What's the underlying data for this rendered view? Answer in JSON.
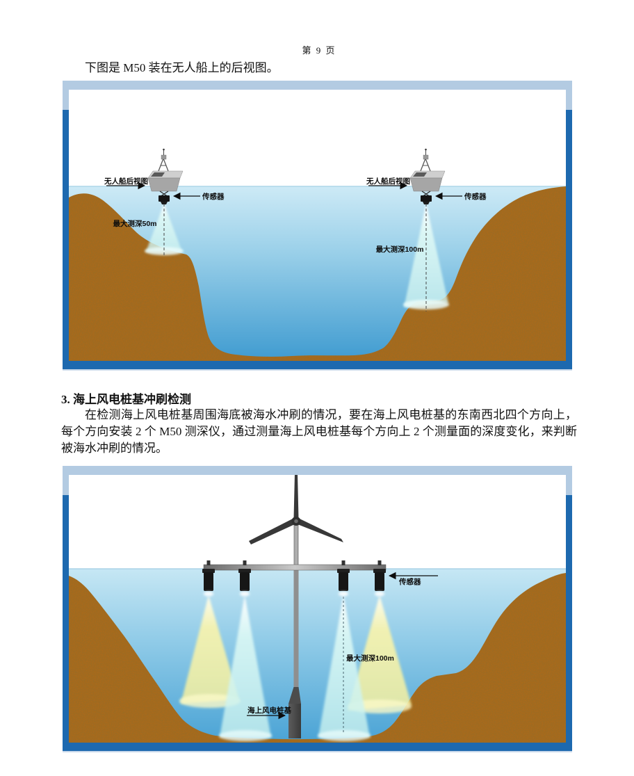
{
  "page": {
    "header": "第 9 页",
    "intro_text": "下图是 M50 装在无人船上的后视图。",
    "section_heading": "3. 海上风电桩基冲刷检测",
    "section_paragraph": "在检测海上风电桩基周围海底被海水冲刷的情况，要在海上风电桩基的东南西北四个方向上，每个方向安装 2 个 M50 测深仪，通过测量海上风电桩基每个方向上 2 个测量面的深度变化，来判断被海水冲刷的情况。"
  },
  "figure1": {
    "left_boat": {
      "view_label": "无人船后视图",
      "sensor_label": "传感器",
      "depth_label": "最大测深50m"
    },
    "right_boat": {
      "view_label": "无人船后视图",
      "sensor_label": "传感器",
      "depth_label": "最大测深100m"
    }
  },
  "figure2": {
    "sensor_label": "传感器",
    "depth_label": "最大测深100m",
    "pile_label": "海上风电桩基"
  },
  "colors": {
    "frame_light_blue": "#b3cbe2",
    "frame_dark_blue": "#1d69af",
    "water_surface": "#cdeaf6",
    "water_deep": "#3f9bd0",
    "seabed_brown": "#aa6a1a",
    "beam_cyan": "#d8f5f3",
    "beam_yellow": "#f5f2a2"
  }
}
